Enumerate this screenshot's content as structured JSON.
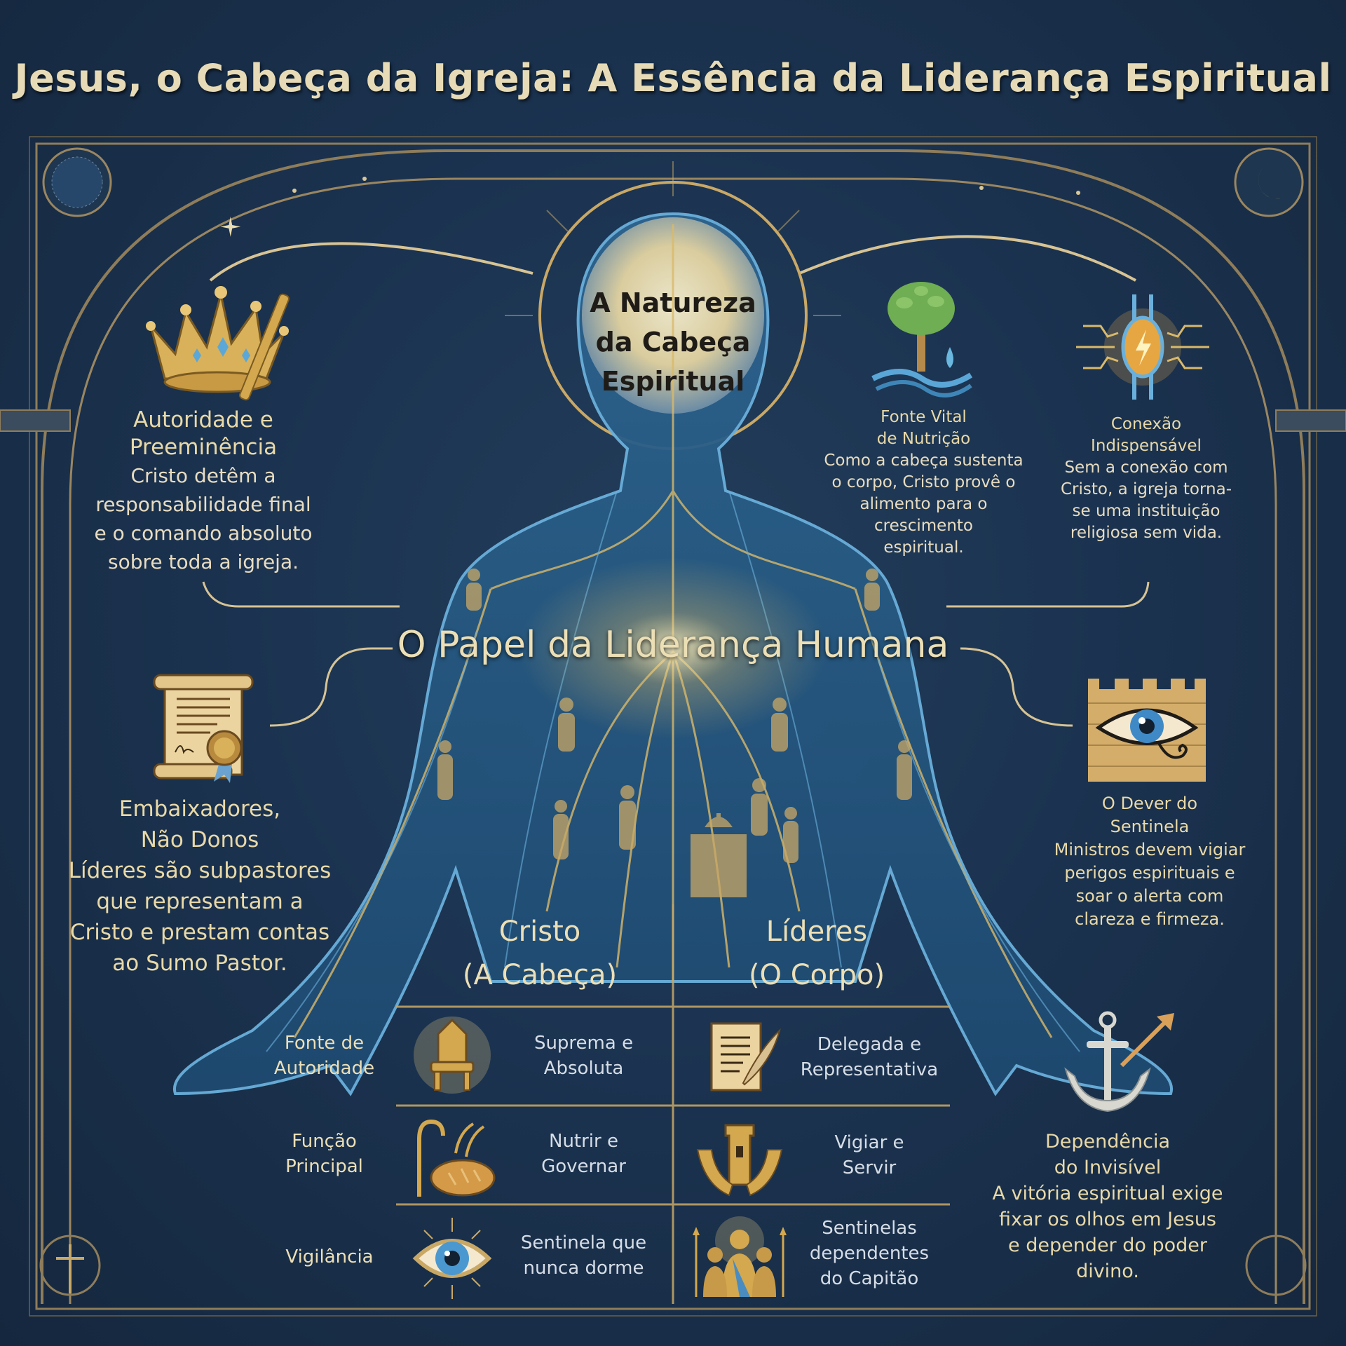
{
  "title": "Jesus, o Cabeça da Igreja: A Essência da Liderança Espiritual",
  "center_head": {
    "lines": [
      "A Natureza",
      "da Cabeça",
      "Espiritual"
    ]
  },
  "section_title": "O Papel da Liderança Humana",
  "cards": {
    "authority": {
      "icon": "crown-scepter-icon",
      "heading": [
        "Autoridade e",
        "Preeminência"
      ],
      "body": [
        "Cristo detêm a",
        "responsabilidade final",
        "e o comando absoluto",
        "sobre toda a igreja."
      ]
    },
    "nutrition": {
      "icon": "tree-water-icon",
      "heading": [
        "Fonte Vital",
        "de Nutrição"
      ],
      "body": [
        "Como a cabeça sustenta",
        "o corpo, Cristo provê o",
        "alimento para o",
        "crescimento",
        "espiritual."
      ]
    },
    "connection": {
      "icon": "energy-connection-icon",
      "heading": [
        "Conexão",
        "Indispensável"
      ],
      "body": [
        "Sem a conexão com",
        "Cristo, a igreja torna-",
        "se uma instituição",
        "religiosa sem vida."
      ]
    },
    "ambassadors": {
      "icon": "scroll-seal-icon",
      "heading": [
        "Embaixadores,",
        "Não Donos"
      ],
      "body": [
        "Líderes são subpastores",
        "que representam a",
        "Cristo e prestam contas",
        "ao Sumo Pastor."
      ]
    },
    "sentinel": {
      "icon": "watchtower-eye-icon",
      "heading": [
        "O Dever do",
        "Sentinela"
      ],
      "body": [
        "Ministros devem vigiar",
        "perigos espirituais e",
        "soar o alerta com",
        "clareza e firmeza."
      ]
    },
    "dependence": {
      "icon": "anchor-arrow-icon",
      "heading": [
        "Dependência",
        "do Invisível"
      ],
      "body": [
        "A vitória espiritual exige",
        "fixar os olhos em Jesus",
        "e depender do poder",
        "divino."
      ]
    }
  },
  "comparison": {
    "columns": [
      {
        "line1": "Cristo",
        "line2": "(A Cabeça)"
      },
      {
        "line1": "Líderes",
        "line2": "(O Corpo)"
      }
    ],
    "rows": [
      {
        "label": [
          "Fonte de",
          "Autoridade"
        ],
        "christ": {
          "icon": "throne-icon",
          "text": [
            "Suprema e",
            "Absoluta"
          ]
        },
        "leaders": {
          "icon": "scroll-quill-icon",
          "text": [
            "Delegada e",
            "Representativa"
          ]
        }
      },
      {
        "label": [
          "Função",
          "Principal"
        ],
        "christ": {
          "icon": "staff-bread-icon",
          "text": [
            "Nutrir e",
            "Governar"
          ]
        },
        "leaders": {
          "icon": "tower-hands-icon",
          "text": [
            "Vigiar e",
            "Servir"
          ]
        }
      },
      {
        "label": [
          "Vigilância"
        ],
        "christ": {
          "icon": "radiant-eye-icon",
          "text": [
            "Sentinela que",
            "nunca dorme"
          ]
        },
        "leaders": {
          "icon": "sentinels-group-icon",
          "text": [
            "Sentinelas",
            "dependentes",
            "do Capitão"
          ]
        }
      }
    ]
  },
  "colors": {
    "background": "#1b3350",
    "gold": "#c9a866",
    "text_cream": "#e9dcb8",
    "body_blue": "#2f6a96",
    "accent_blue": "#5aa6d6"
  }
}
